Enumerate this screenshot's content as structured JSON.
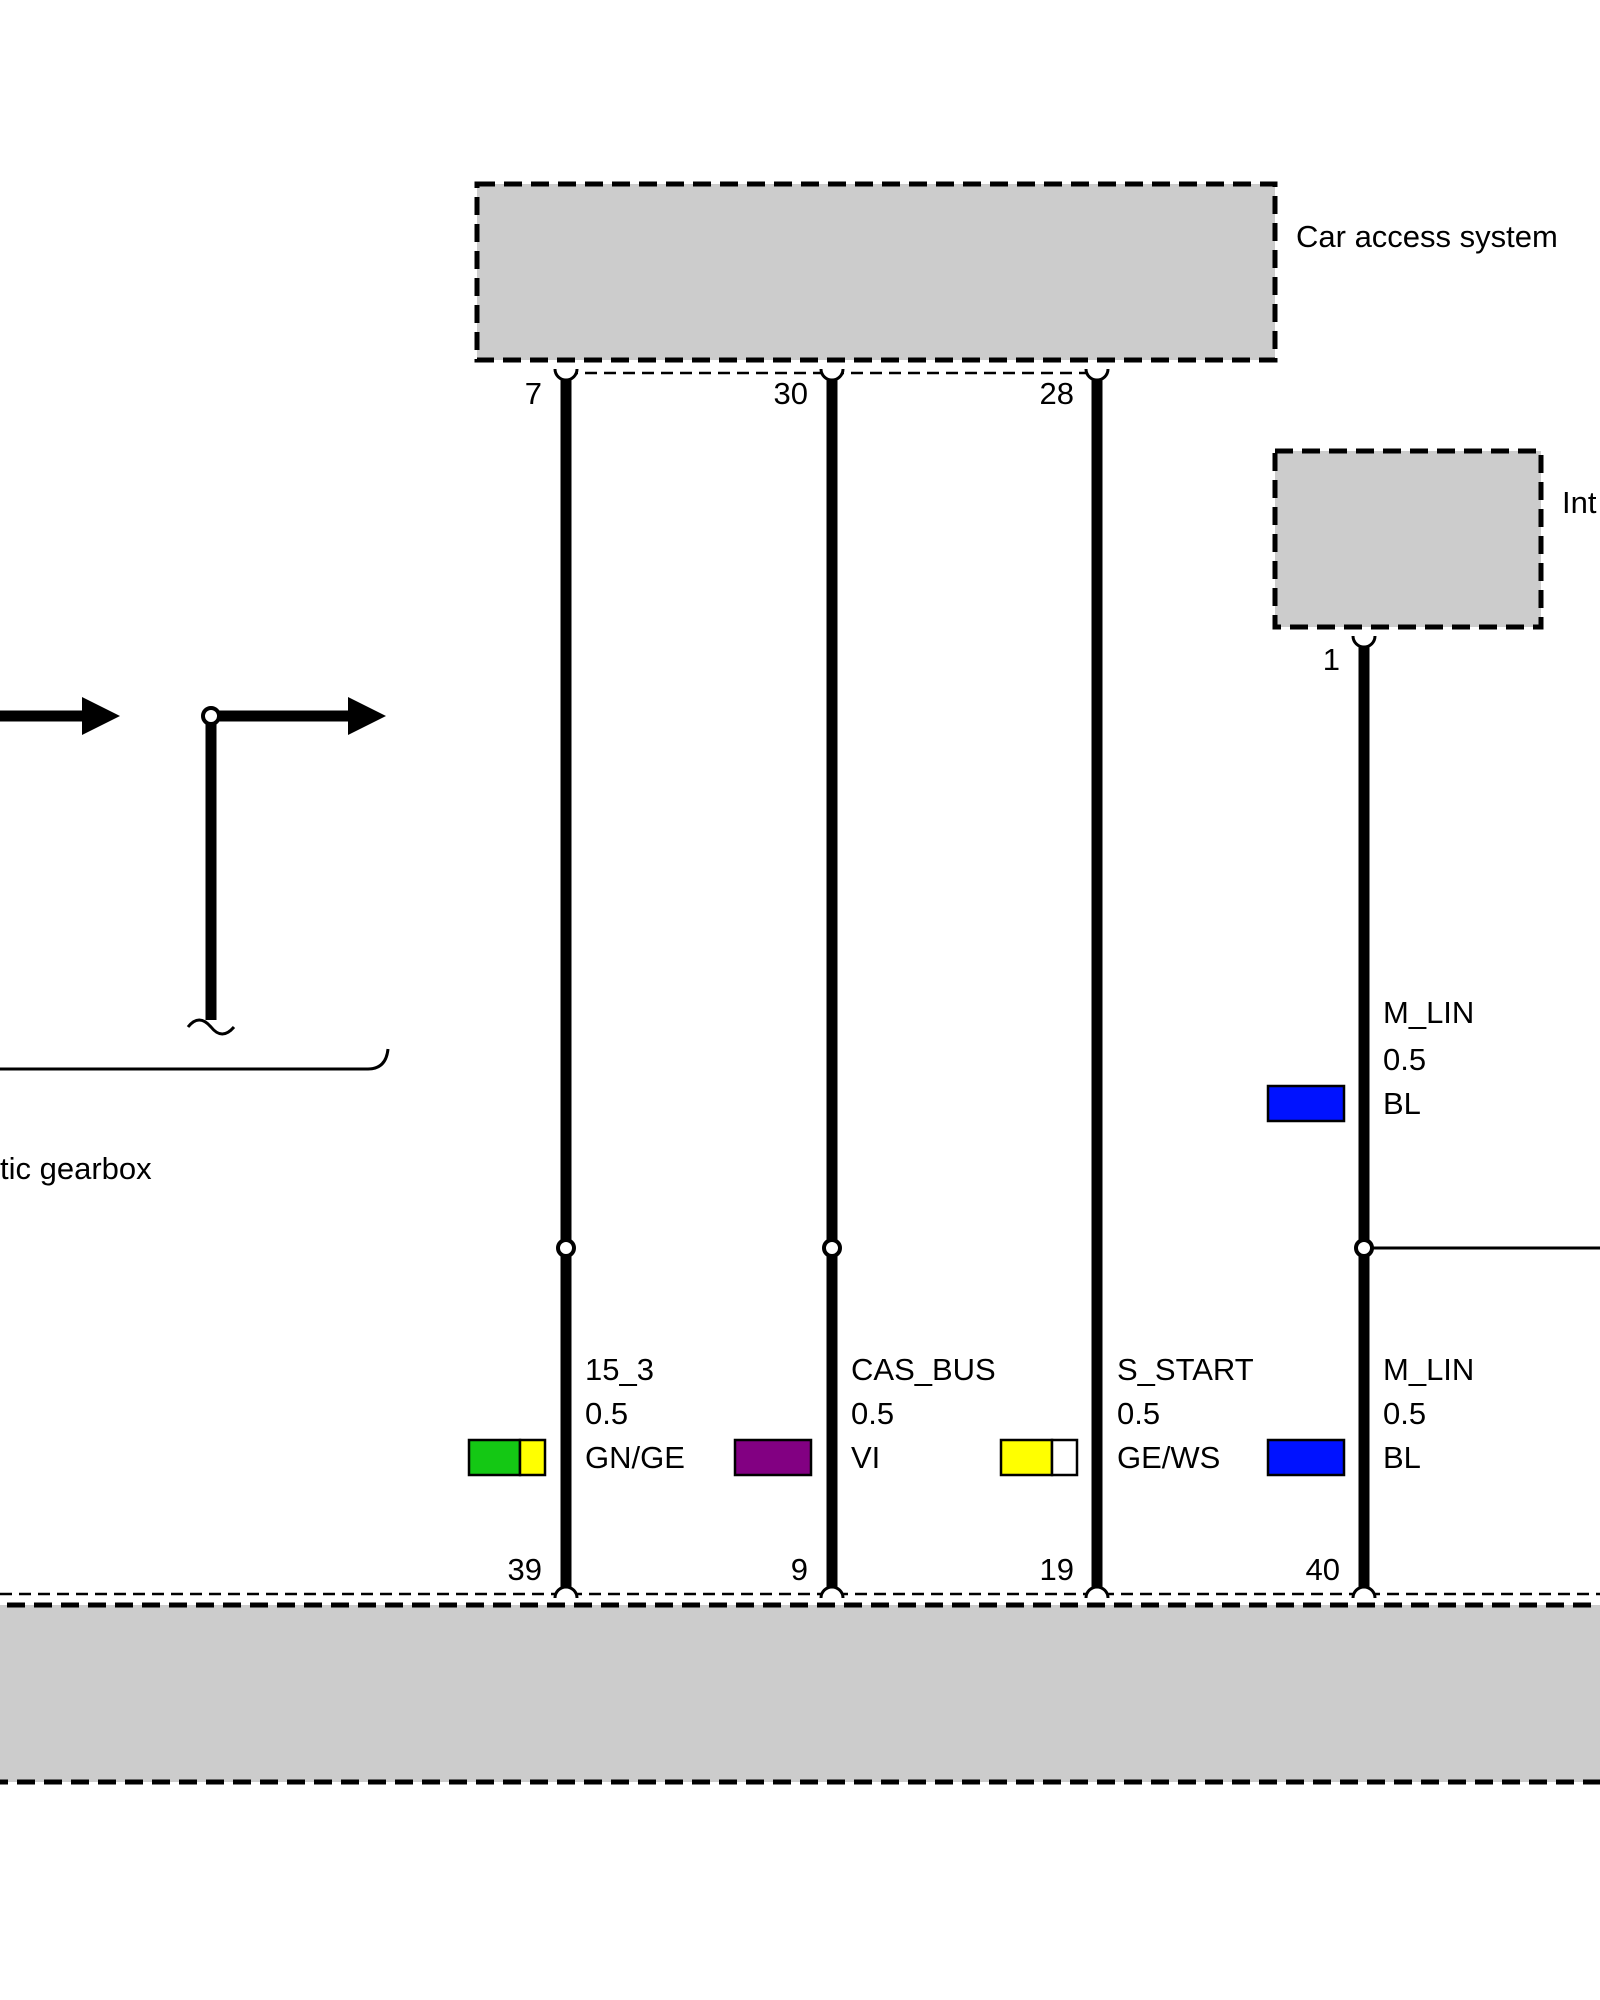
{
  "modules": {
    "car_access_system": {
      "label": "Car access system"
    },
    "interior_module": {
      "label": "Int"
    },
    "gearbox": {
      "label": "tic gearbox"
    }
  },
  "pins": {
    "cas_pin_a": "7",
    "cas_pin_b": "30",
    "cas_pin_c": "28",
    "int_pin": "1",
    "bottom_pin_a": "39",
    "bottom_pin_b": "9",
    "bottom_pin_c": "19",
    "bottom_pin_d": "40"
  },
  "wires": {
    "upper_lin": {
      "signal": "M_LIN",
      "size": "0.5",
      "color_code": "BL",
      "colors": [
        "#0012ff"
      ]
    },
    "w15": {
      "signal": "15_3",
      "size": "0.5",
      "color_code": "GN/GE",
      "colors": [
        "#14c814",
        "#ffff00"
      ]
    },
    "cas_bus": {
      "signal": "CAS_BUS",
      "size": "0.5",
      "color_code": "VI",
      "colors": [
        "#820082"
      ]
    },
    "s_start": {
      "signal": "S_START",
      "size": "0.5",
      "color_code": "GE/WS",
      "colors": [
        "#ffff00",
        "#ffffff"
      ]
    },
    "lower_lin": {
      "signal": "M_LIN",
      "size": "0.5",
      "color_code": "BL",
      "colors": [
        "#0012ff"
      ]
    }
  }
}
